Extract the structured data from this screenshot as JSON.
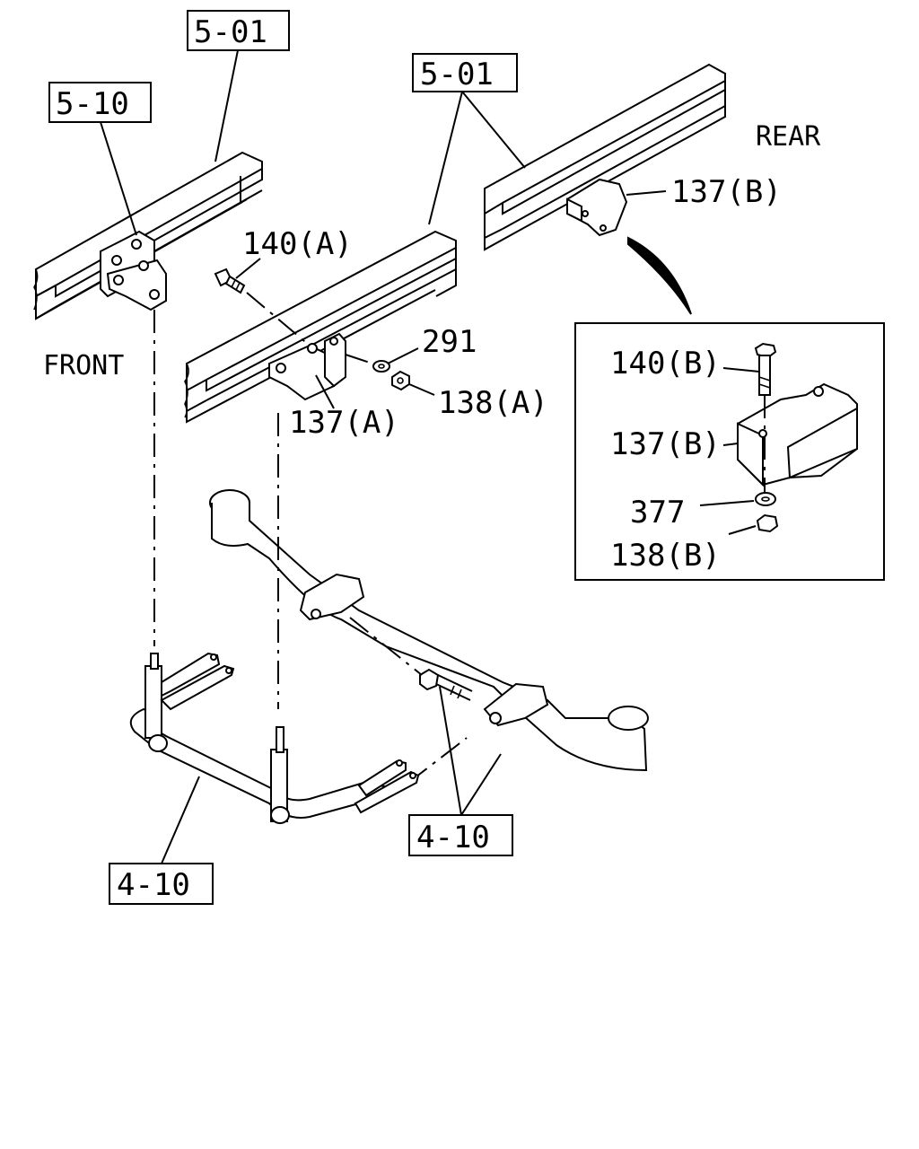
{
  "labels": {
    "ref_5_01_left": "5-01",
    "ref_5_01_right": "5-01",
    "ref_5_10": "5-10",
    "ref_4_10_left": "4-10",
    "ref_4_10_right": "4-10",
    "rear": "REAR",
    "front": "FRONT",
    "part_137b_top": "137(B)",
    "part_140a": "140(A)",
    "part_291": "291",
    "part_138a": "138(A)",
    "part_137a": "137(A)"
  },
  "inset": {
    "part_140b": "140(B)",
    "part_137b": "137(B)",
    "part_377": "377",
    "part_138b": "138(B)"
  }
}
